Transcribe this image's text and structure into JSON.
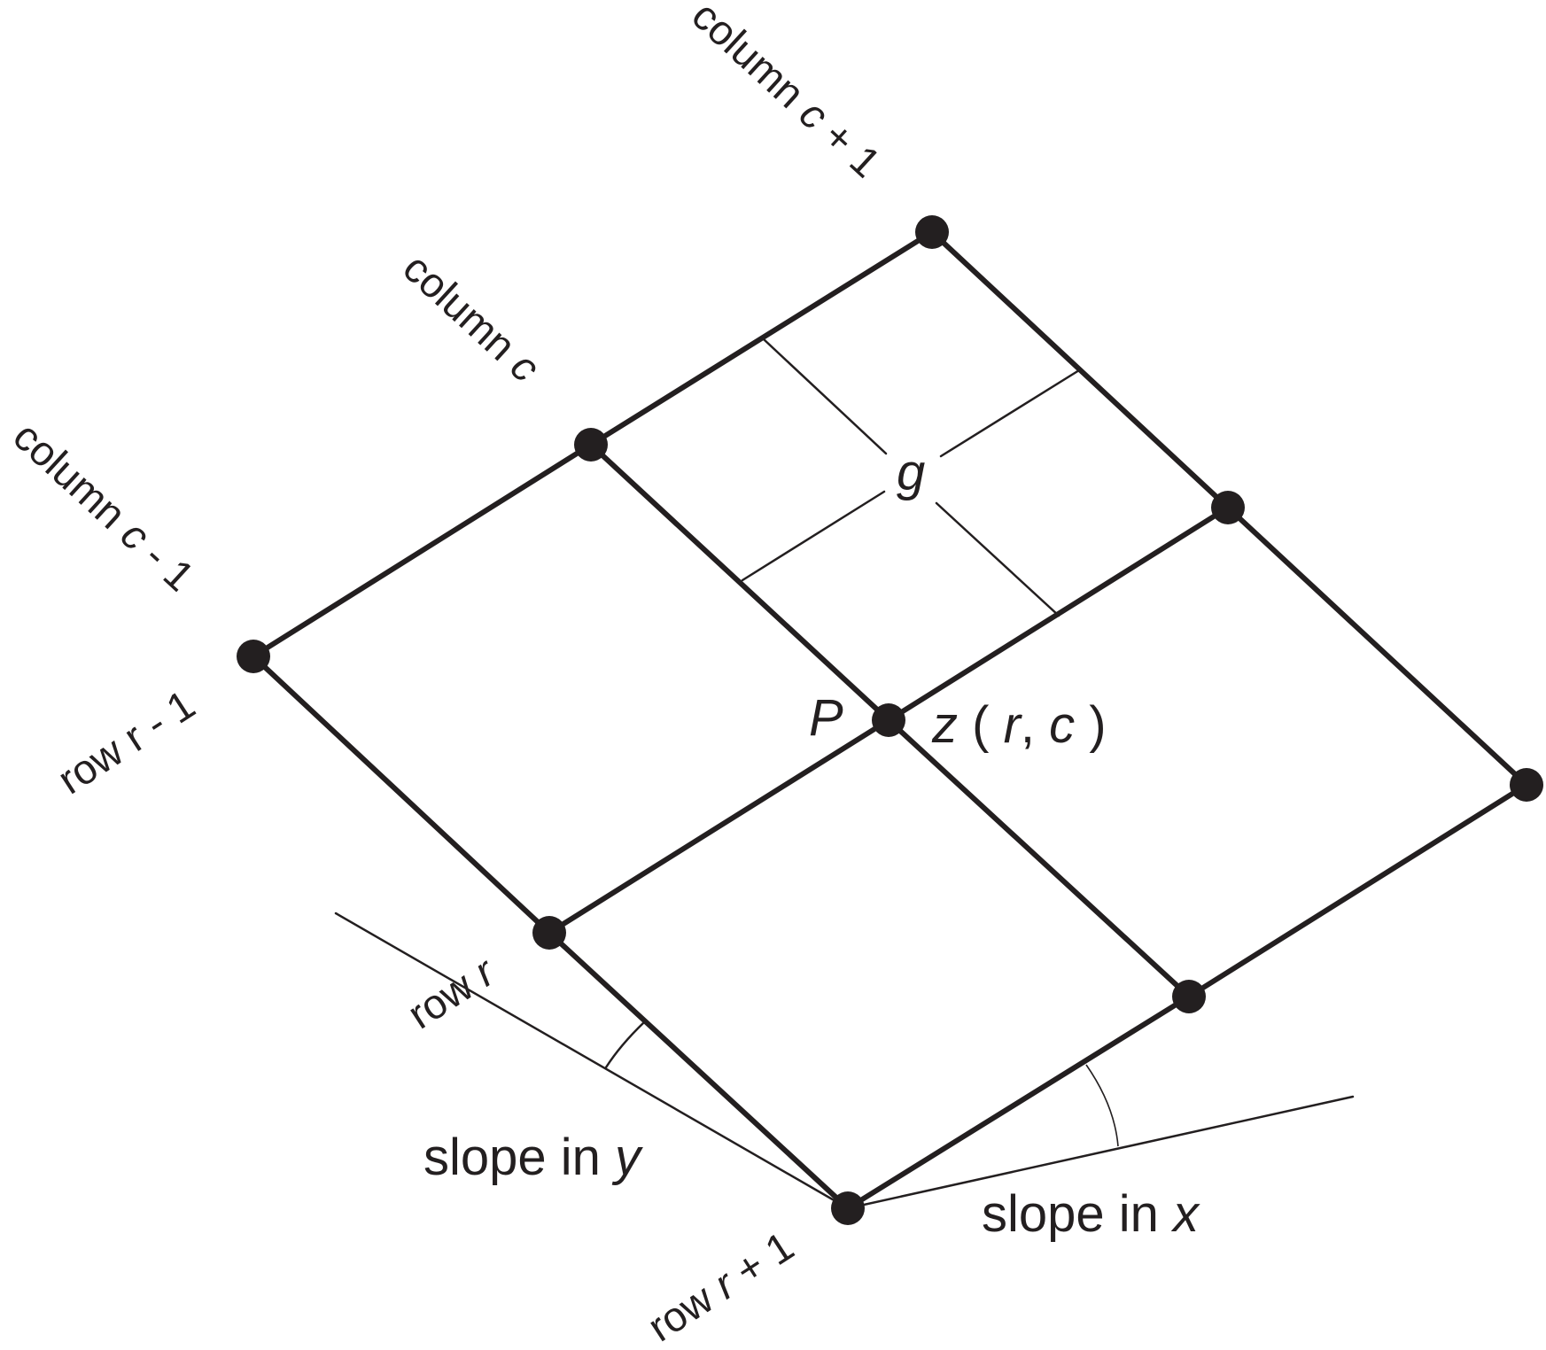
{
  "labels": {
    "column_c_plus_1": {
      "word": "column",
      "var": "c",
      "suffix": "+ 1"
    },
    "column_c": {
      "word": "column",
      "var": "c"
    },
    "column_c_minus_1": {
      "word": "column",
      "var": "c",
      "suffix": "- 1"
    },
    "row_r_minus_1": "row r - 1",
    "row_r": {
      "word": "row",
      "var": "r"
    },
    "row_r_plus_1": {
      "word": "row",
      "var": "r",
      "suffix": "+ 1"
    },
    "g": "g",
    "p": "P",
    "z": {
      "func": "z",
      "open": "(",
      "r": "r",
      "comma": ",",
      "c": "c",
      "close": ")"
    },
    "slope_y": {
      "text": "slope in",
      "var": "y"
    },
    "slope_x": {
      "text": "slope in",
      "var": "x"
    }
  },
  "colors": {
    "ink": "#231f20",
    "background": "#ffffff"
  }
}
